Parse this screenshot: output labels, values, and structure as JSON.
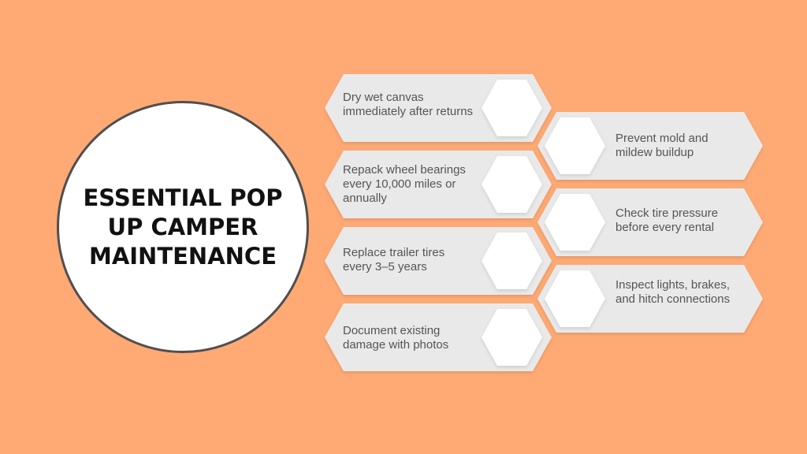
{
  "title": "ESSENTIAL POP UP CAMPER MAINTENANCE",
  "colors": {
    "background": "#FFAA74",
    "card": "#E9E9EA",
    "hexagon": "#FFFFFF",
    "text": "#555555",
    "title": "#111111",
    "circle_border": "#4F4F4F"
  },
  "left_items": [
    {
      "text": "Dry wet canvas immediately after returns"
    },
    {
      "text": "Repack wheel bearings every 10,000 miles or annually"
    },
    {
      "text": "Replace trailer tires every 3–5 years"
    },
    {
      "text": "Document existing damage with photos"
    }
  ],
  "right_items": [
    {
      "text": "Prevent mold and mildew buildup"
    },
    {
      "text": "Check tire pressure before every rental"
    },
    {
      "text": "Inspect lights, brakes, and hitch connections"
    }
  ]
}
